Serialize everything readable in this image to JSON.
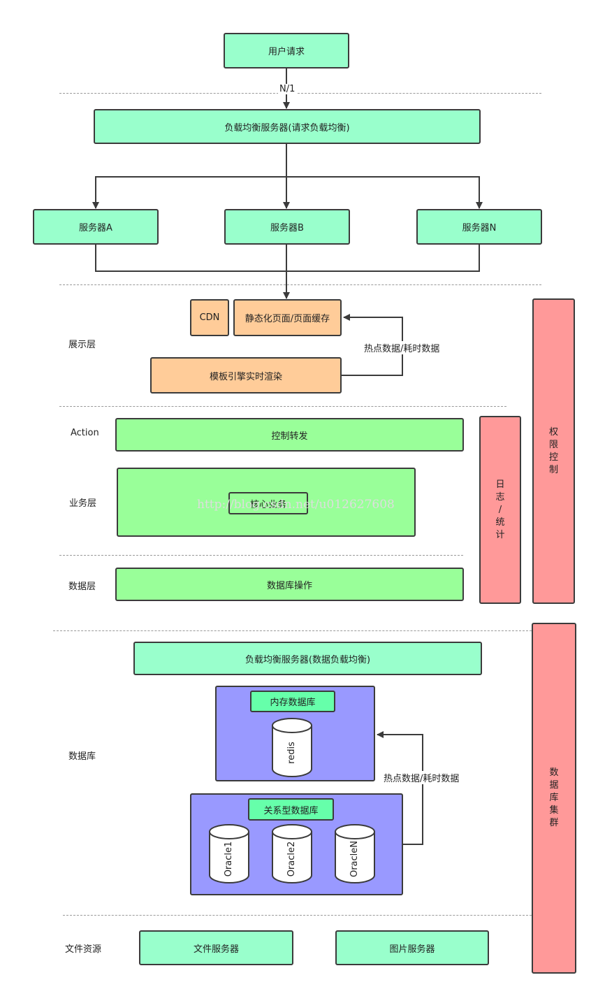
{
  "nodes": {
    "user_request": "用户请求",
    "lb_request": "负载均衡服务器(请求负载均衡)",
    "server_a": "服务器A",
    "server_b": "服务器B",
    "server_n": "服务器N",
    "cdn": "CDN",
    "static_cache": "静态化页面/页面缓存",
    "template_render": "模板引擎实时渲染",
    "control_forward": "控制转发",
    "core_business": "核心业务",
    "db_operation": "数据库操作",
    "lb_data": "负载均衡服务器(数据负载均衡)",
    "memory_db": "内存数据库",
    "redis": "redis",
    "relational_db": "关系型数据库",
    "oracle1": "Oracle1",
    "oracle2": "Oracle2",
    "oraclen": "OracleN",
    "file_server": "文件服务器",
    "image_server": "图片服务器"
  },
  "side_bars": {
    "log_stats": [
      "日",
      "志",
      "/",
      "统",
      "计"
    ],
    "permission": [
      "权",
      "限",
      "控",
      "制"
    ],
    "db_cluster": [
      "数",
      "据",
      "库",
      "集",
      "群"
    ]
  },
  "layers": {
    "presentation": "展示层",
    "action": "Action",
    "business": "业务层",
    "data": "数据层",
    "database": "数据库",
    "file_resource": "文件资源"
  },
  "edge_labels": {
    "n_to_1": "N/1",
    "hot_data_top": "热点数据/耗时数据",
    "hot_data_bottom": "热点数据/耗时数据"
  },
  "watermark": "http://blog.csdn.net/u012627608",
  "colors": {
    "mint": "#99ffcc",
    "orange": "#ffcc99",
    "green": "#99ff99",
    "purple": "#9999ff",
    "red": "#ff9999",
    "stroke": "#3b3b3b"
  }
}
